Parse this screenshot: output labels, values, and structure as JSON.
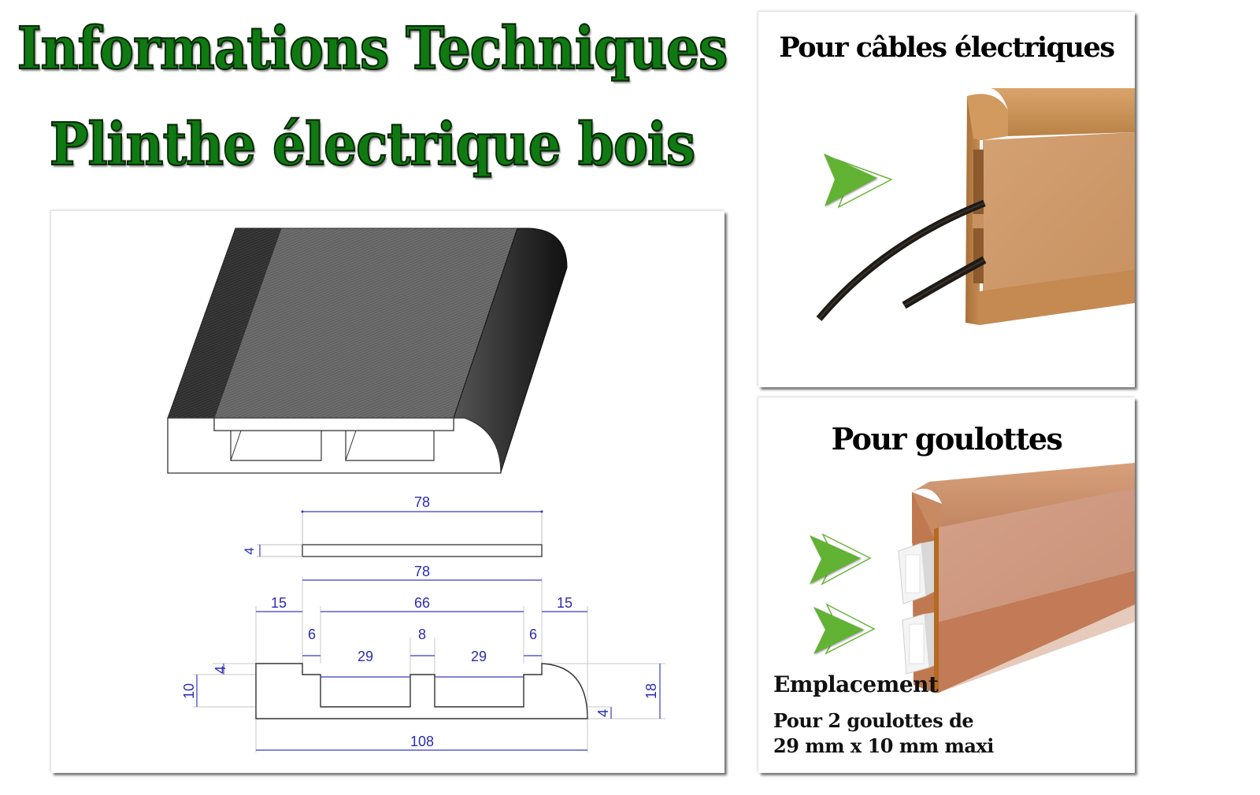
{
  "header": {
    "title_line1": "Informations Techniques",
    "title_line2": "Plinthe électrique bois",
    "title_color": "#0f7a12"
  },
  "drawing_panel": {
    "isometric_view": "3D view of skirting board profile with two channels and removable front cover",
    "cover_profile": {
      "width_label": "78",
      "thickness_label": "4"
    },
    "base_profile": {
      "overall_cover_width_label": "78",
      "left_shoulder_label": "15",
      "inner_span_label": "66",
      "right_shoulder_label": "15",
      "left_lip_label": "6",
      "center_divider_label": "8",
      "right_lip_label": "6",
      "left_channel_label": "29",
      "right_channel_label": "29",
      "notch_depth_label": "4",
      "channel_depth_label": "10",
      "base_thickness_label": "4",
      "total_height_label": "18",
      "total_width_label": "108"
    },
    "dimension_color": "#2b2bb0"
  },
  "cables_panel": {
    "heading": "Pour câbles électriques",
    "arrow_icon": "green-double-arrow",
    "photo": "MDF skirting board with two black electrical cables",
    "board_color": "#c98f55"
  },
  "goulottes_panel": {
    "heading": "Pour goulottes",
    "arrow_icons": [
      "green-double-arrow",
      "green-double-arrow"
    ],
    "photo": "MDF skirting board with two white cable trunkings",
    "note_title": "Emplacement",
    "note_line1": "Pour 2 goulottes de",
    "note_line2": "29 mm x 10 mm maxi",
    "board_color": "#c4845e"
  }
}
